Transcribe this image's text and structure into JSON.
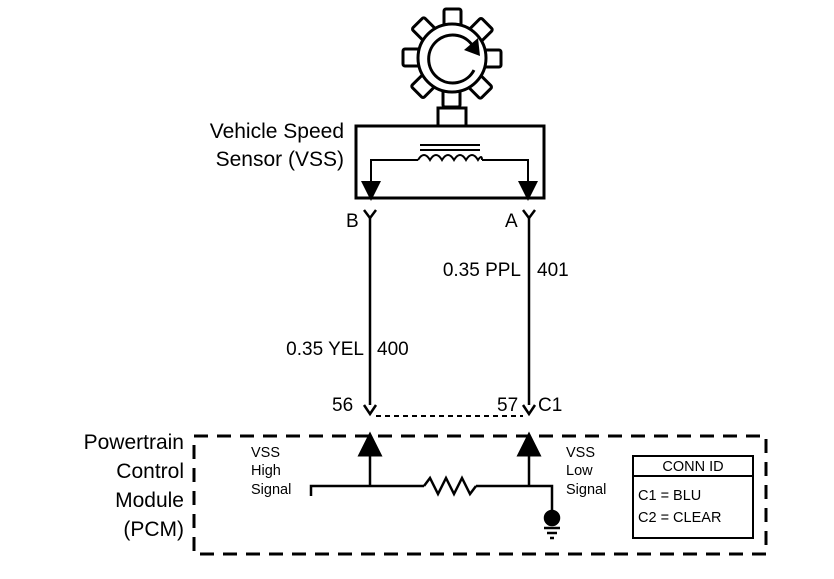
{
  "sensor": {
    "name_line1": "Vehicle Speed",
    "name_line2": "Sensor (VSS)"
  },
  "terminals": {
    "left": "B",
    "right": "A"
  },
  "wires": {
    "right_gauge_color": "0.35 PPL",
    "right_circuit": "401",
    "left_gauge_color": "0.35 YEL",
    "left_circuit": "400"
  },
  "pins": {
    "left": "56",
    "right": "57",
    "connector": "C1"
  },
  "module": {
    "line1": "Powertrain",
    "line2": "Control",
    "line3": "Module",
    "line4": "(PCM)"
  },
  "signals": {
    "high_line1": "VSS",
    "high_line2": "High",
    "high_line3": "Signal",
    "low_line1": "VSS",
    "low_line2": "Low",
    "low_line3": "Signal"
  },
  "conn_id": {
    "title": "CONN ID",
    "row1": "C1 = BLU",
    "row2": "C2 = CLEAR"
  }
}
